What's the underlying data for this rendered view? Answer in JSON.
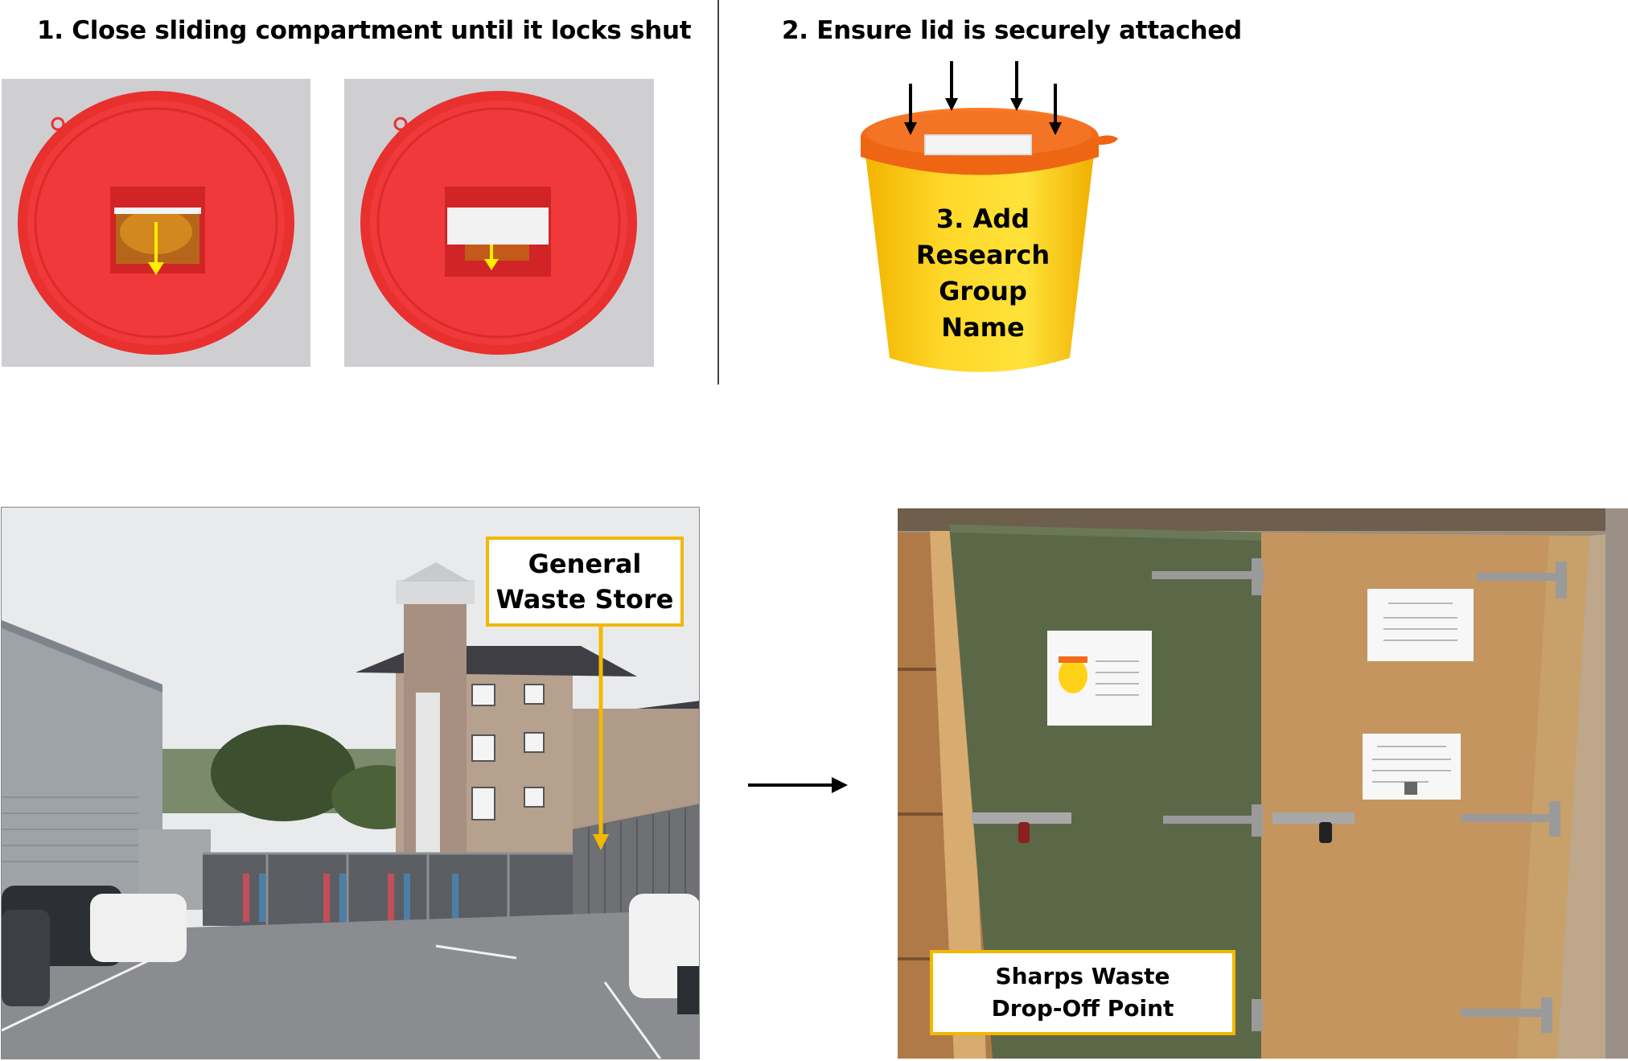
{
  "step1": {
    "title": "1. Close sliding compartment until it locks shut",
    "lid_open_photo": "lid-photo-open",
    "lid_closed_photo": "lid-photo-closed"
  },
  "step2": {
    "title": "2. Ensure lid is securely attached"
  },
  "step3": {
    "label_lines": [
      "3. Add",
      "Research",
      "Group",
      "Name"
    ]
  },
  "general_waste": {
    "label_lines": [
      "General",
      "Waste Store"
    ]
  },
  "sharps": {
    "label_lines": [
      "Sharps Waste",
      "Drop-Off Point"
    ]
  },
  "colors": {
    "lid_red": "#f0393b",
    "bin_yellow": "#ffd21a",
    "bin_lid_orange": "#f36a1a",
    "label_border": "#f2b800",
    "arrow_yellow": "#ffee00",
    "door_green": "#5a6848",
    "door_tan": "#c4955f"
  },
  "icons": [
    "arrow-down-icon",
    "arrow-right-icon"
  ]
}
